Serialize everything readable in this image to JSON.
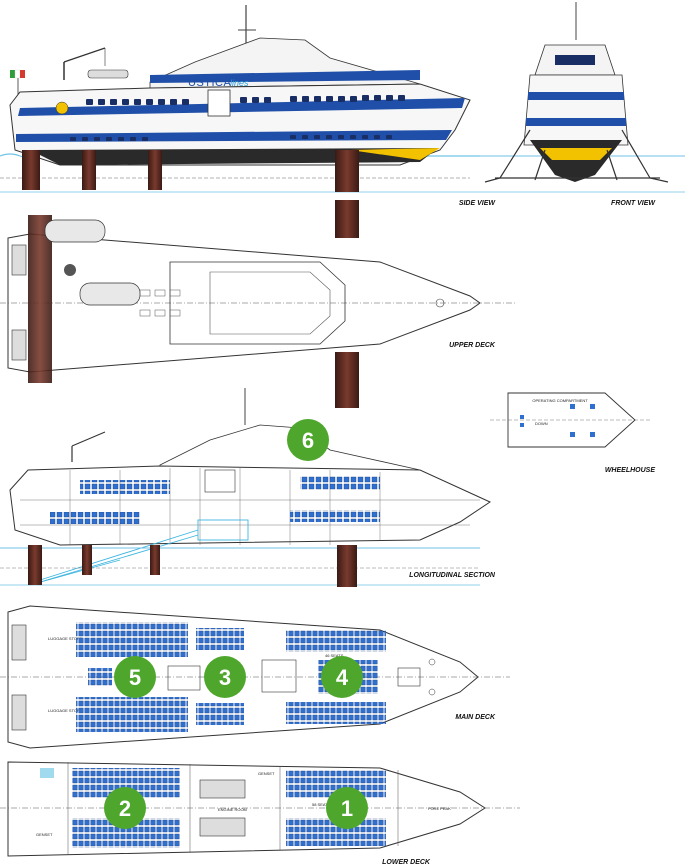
{
  "views": {
    "side_view": "SIDE VIEW",
    "front_view": "FRONT VIEW",
    "upper_deck": "UPPER DECK",
    "wheelhouse": "WHEELHOUSE",
    "longitudinal_section": "LONGITUDINAL SECTION",
    "main_deck": "MAIN DECK",
    "lower_deck": "LOWER DECK"
  },
  "branding": {
    "name": "USTICA",
    "suffix": "lines"
  },
  "zone_markers": [
    "1",
    "2",
    "3",
    "4",
    "5",
    "6"
  ],
  "room_labels": {
    "luggage_store": "LUGGAGE STORE",
    "seats_main": "46 SEATS",
    "seats_lower": "58 SEATS",
    "engine_room": "ENGINE ROOM",
    "genset": "GENSET",
    "fore_peak": "FORE PEAK",
    "operating_compartment": "OPERATING COMPARTMENT",
    "down": "DOWN"
  },
  "colors": {
    "hull_blue": "#1f4fa8",
    "waterline": "#6fc3e6",
    "badge_green": "#4ea72c",
    "foil_brown": "#5a2a20",
    "seat_blue": "#2f6fd0",
    "engine_cyan": "#3fb6e0",
    "yellow": "#f2c200"
  }
}
